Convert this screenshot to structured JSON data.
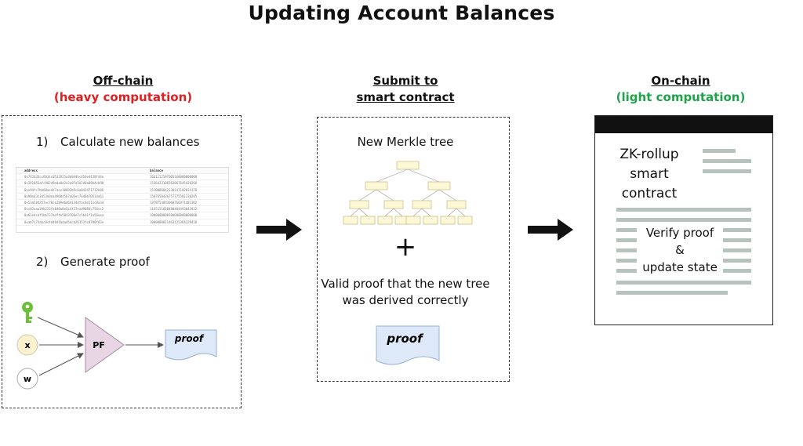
{
  "title": "Updating Account Balances",
  "columns": {
    "offchain": {
      "heading": "Off-chain",
      "subheading": "(heavy computation)"
    },
    "submit": {
      "heading_line1": "Submit to",
      "heading_line2": "smart contract"
    },
    "onchain": {
      "heading": "On-chain",
      "subheading": "(light computation)"
    }
  },
  "offchain": {
    "step1_num": "1)",
    "step1_label": "Calculate new balances",
    "step2_num": "2)",
    "step2_label": "Generate proof",
    "table": {
      "headers": [
        "address",
        "balance"
      ],
      "rows": [
        [
          "0x742d35cc6634c0532925a3b844bc454e4438f44e",
          "1661212587005168000000000"
        ],
        [
          "0x281055afc982d9e0a8d2e2a87a5b2d0a09b4cb90",
          "1536423106563867645420266"
        ],
        [
          "0xe94fc7bb68ae4c7acc10092b5c6a043471712b86",
          "1510086842130147102014178"
        ],
        [
          "0x90e63c3d53e0ea496845b7a03ec7648b70514a61",
          "1507650436757775581230285"
        ],
        [
          "0x53d284357ec70ce289d6d64134dfac8e511c8a3d",
          "1378754893068766971481302"
        ],
        [
          "0xc02aaa39b223fe8d0a0e5c4f27ead9083c756cc2",
          "1165151668480404493043922"
        ],
        [
          "0x61edcdf5bb737adffe5043706e7c5bb1f1a56eea",
          "1000000000100000000000000"
        ],
        [
          "0xab7c74abc0c4d48d1bdad5dcb26153fc8780f83e",
          "1000000011463125364129410"
        ]
      ]
    },
    "inputs": {
      "x": "x",
      "w": "w"
    },
    "pf_label": "PF",
    "proof_label": "proof"
  },
  "submit": {
    "tree_label": "New Merkle tree",
    "plus": "+",
    "proof_desc_line1": "Valid proof that the new tree",
    "proof_desc_line2": "was derived correctly",
    "proof_label": "proof"
  },
  "onchain": {
    "contract_line1": "ZK-rollup",
    "contract_line2": "smart",
    "contract_line3": "contract",
    "verify_line1": "Verify proof",
    "verify_line2": "&",
    "verify_line3": "update state"
  },
  "colors": {
    "key_green": "#6cbf3a",
    "input_circle_fill": "#fbf1cf",
    "pf_fill": "#e8d6e4",
    "proof_fill": "#dde9f8",
    "tree_node_fill": "#fff8d6",
    "contract_line": "#b6c4bd"
  }
}
